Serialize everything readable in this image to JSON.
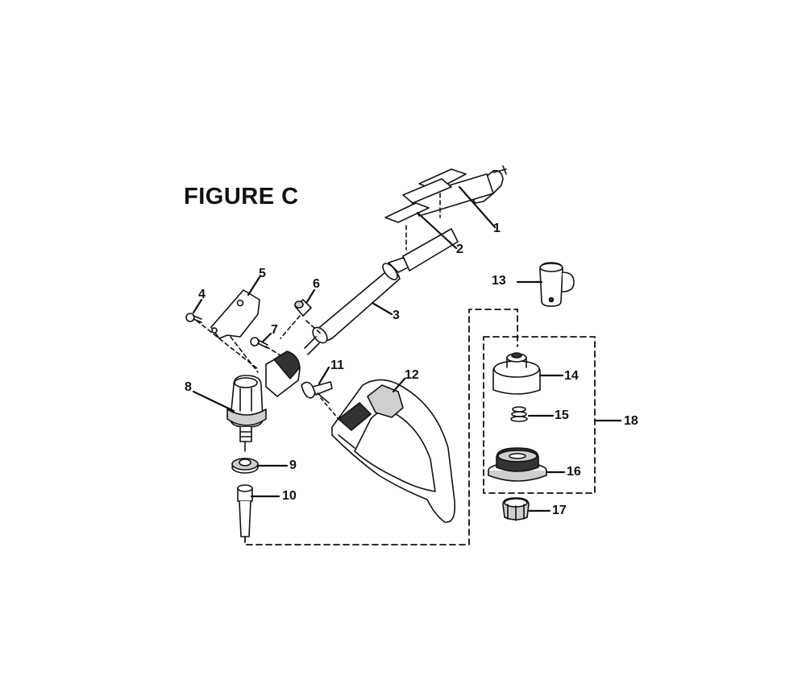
{
  "figure": {
    "title": "FIGURE C"
  },
  "callouts": [
    {
      "id": "1",
      "label": "1"
    },
    {
      "id": "2",
      "label": "2"
    },
    {
      "id": "3",
      "label": "3"
    },
    {
      "id": "4",
      "label": "4"
    },
    {
      "id": "5",
      "label": "5"
    },
    {
      "id": "6",
      "label": "6"
    },
    {
      "id": "7",
      "label": "7"
    },
    {
      "id": "8",
      "label": "8"
    },
    {
      "id": "9",
      "label": "9"
    },
    {
      "id": "10",
      "label": "10"
    },
    {
      "id": "11",
      "label": "11"
    },
    {
      "id": "12",
      "label": "12"
    },
    {
      "id": "13",
      "label": "13"
    },
    {
      "id": "14",
      "label": "14"
    },
    {
      "id": "15",
      "label": "15"
    },
    {
      "id": "16",
      "label": "16"
    },
    {
      "id": "17",
      "label": "17"
    },
    {
      "id": "18",
      "label": "18"
    }
  ],
  "colors": {
    "ink": "#111111",
    "part_fill": "#ffffff",
    "shade": "#cfcfcf",
    "dark": "#333333"
  }
}
